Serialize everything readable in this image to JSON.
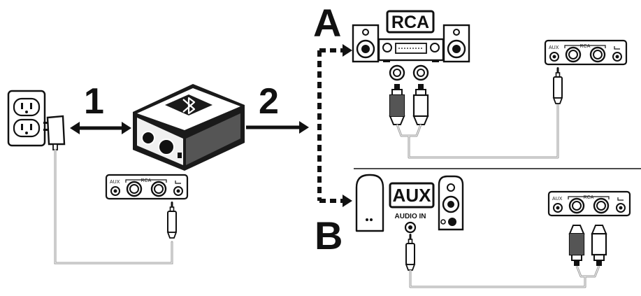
{
  "steps": {
    "one": "1",
    "two": "2"
  },
  "options": {
    "a": {
      "letter": "A",
      "badge": "RCA"
    },
    "b": {
      "letter": "B",
      "badge": "AUX",
      "input_label": "AUDIO IN"
    }
  },
  "port_panel": {
    "aux": "AUX",
    "rca": "RCA"
  },
  "colors": {
    "ink": "#111111",
    "dark_gray": "#555555",
    "light_gray": "#dddddd",
    "cable": "#999999"
  }
}
